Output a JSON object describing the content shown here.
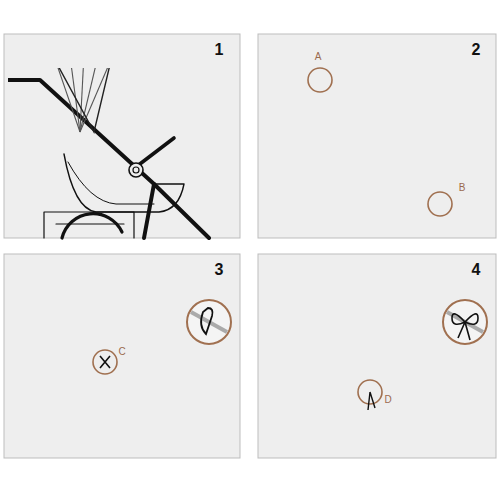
{
  "diagram": {
    "labels": [
      "1",
      "2",
      "A",
      "B",
      "3",
      "C",
      "4",
      "D"
    ]
  }
}
